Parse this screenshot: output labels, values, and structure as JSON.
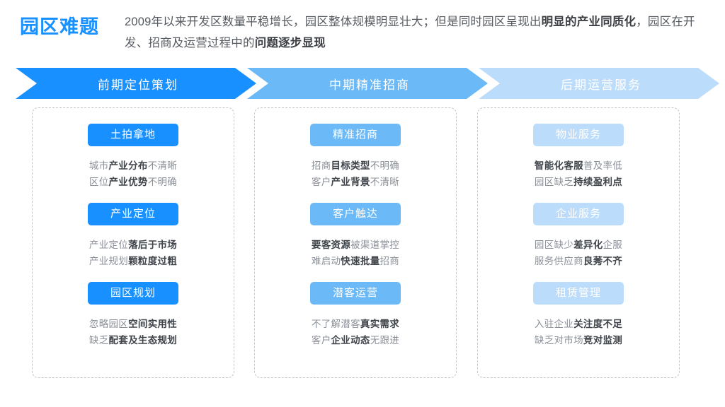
{
  "header": {
    "title": "园区难题",
    "title_color": "#1890ff",
    "subtitle_html": "2009年以来开发区数量平稳增长，园区整体规模明显壮大；但是同时园区呈现出<b>明显的产业同质化</b>，园区在开发、招商及运营过程中的<b>问题逐步显现</b>",
    "subtitle_plain": "2009年以来开发区数量平稳增长，园区整体规模明显壮大；但是同时园区呈现出明显的产业同质化，园区在开发、招商及运营过程中的问题逐步显现"
  },
  "stages": [
    {
      "label": "前期定位策划",
      "color": "#1890ff"
    },
    {
      "label": "中期精准招商",
      "color": "#6cb9f7"
    },
    {
      "label": "后期运营服务",
      "color": "#bcdcfb"
    }
  ],
  "columns": [
    {
      "stage": "前期定位策划",
      "pill_style": "pill-dark",
      "blocks": [
        {
          "pill": "土拍拿地",
          "lines_html": [
            "城市<b>产业分布</b>不清晰",
            "区位<b>产业优势</b>不明确"
          ],
          "lines_plain": [
            "城市产业分布不清晰",
            "区位产业优势不明确"
          ]
        },
        {
          "pill": "产业定位",
          "lines_html": [
            "产业定位<b>落后于市场</b>",
            "产业规划<b>颗粒度过粗</b>"
          ],
          "lines_plain": [
            "产业定位落后于市场",
            "产业规划颗粒度过粗"
          ]
        },
        {
          "pill": "园区规划",
          "lines_html": [
            "忽略园区<b>空间实用性</b>",
            "缺乏<b>配套及生态规划</b>"
          ],
          "lines_plain": [
            "忽略园区空间实用性",
            "缺乏配套及生态规划"
          ]
        }
      ]
    },
    {
      "stage": "中期精准招商",
      "pill_style": "pill-mid",
      "blocks": [
        {
          "pill": "精准招商",
          "lines_html": [
            "招商<b>目标类型</b>不明确",
            "客户<b>产业背景</b>不清晰"
          ],
          "lines_plain": [
            "招商目标类型不明确",
            "客户产业背景不清晰"
          ]
        },
        {
          "pill": "客户触达",
          "lines_html": [
            "<b>要客资源</b>被渠道掌控",
            "难启动<b>快速批量</b>招商"
          ],
          "lines_plain": [
            "要客资源被渠道掌控",
            "难启动快速批量招商"
          ]
        },
        {
          "pill": "潜客运营",
          "lines_html": [
            "不了解潜客<b>真实需求</b>",
            "客户<b>企业动态</b>无跟进"
          ],
          "lines_plain": [
            "不了解潜客真实需求",
            "客户企业动态无跟进"
          ]
        }
      ]
    },
    {
      "stage": "后期运营服务",
      "pill_style": "pill-light",
      "blocks": [
        {
          "pill": "物业服务",
          "lines_html": [
            "<b>智能化客服</b>普及率低",
            "园区缺乏<b>持续盈利点</b>"
          ],
          "lines_plain": [
            "智能化客服普及率低",
            "园区缺乏持续盈利点"
          ]
        },
        {
          "pill": "企业服务",
          "lines_html": [
            "园区缺少<b>差异化</b>企服",
            "服务供应商<b>良莠不齐</b>"
          ],
          "lines_plain": [
            "园区缺少差异化企服",
            "服务供应商良莠不齐"
          ]
        },
        {
          "pill": "租赁管理",
          "lines_html": [
            "入驻企业<b>关注度不足</b>",
            "缺乏对市场<b>竞对监测</b>"
          ],
          "lines_plain": [
            "入驻企业关注度不足",
            "缺乏对市场竞对监测"
          ]
        }
      ]
    }
  ]
}
